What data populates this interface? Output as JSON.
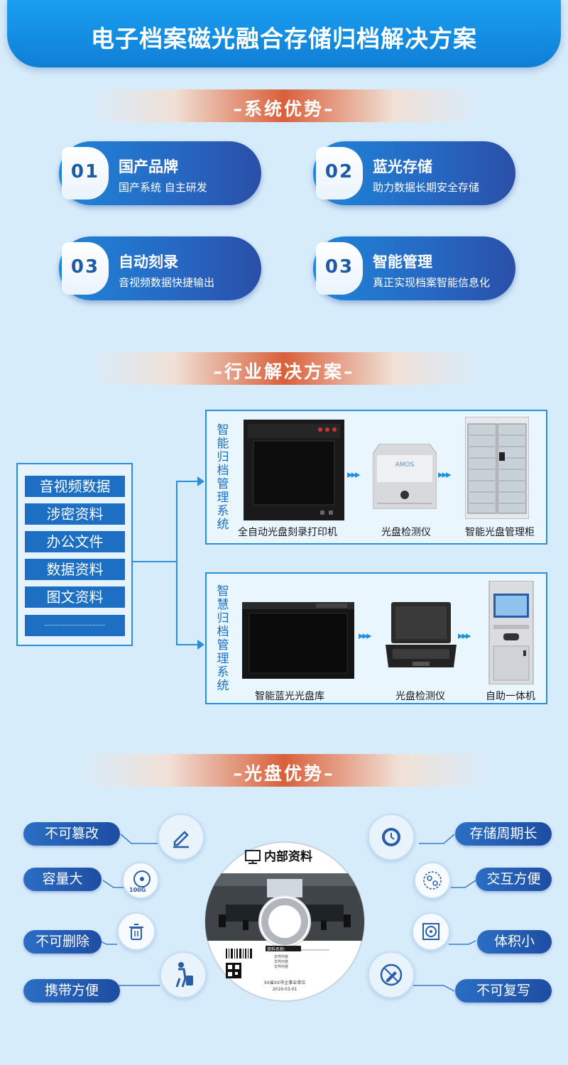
{
  "banner": {
    "title": "电子档案磁光融合存储归档解决方案"
  },
  "sections": {
    "advantages": "–系统优势–",
    "solutions": "–行业解决方案–",
    "disc": "–光盘优势–"
  },
  "advantages": [
    {
      "num": "01",
      "title": "国产品牌",
      "sub": "国产系统 自主研发"
    },
    {
      "num": "02",
      "title": "蓝光存储",
      "sub": "助力数据长期安全存储"
    },
    {
      "num": "03",
      "title": "自动刻录",
      "sub": "音视频数据快捷输出"
    },
    {
      "num": "03",
      "title": "智能管理",
      "sub": "真正实现档案智能信息化"
    }
  ],
  "data_types": [
    "音视频数据",
    "涉密资料",
    "办公文件",
    "数据资料",
    "图文资料"
  ],
  "systems": [
    {
      "label": "智能归档管理系统",
      "devices": [
        "全自动光盘刻录打印机",
        "光盘检测仪",
        "智能光盘管理柜"
      ]
    },
    {
      "label": "智慧归档管理系统",
      "devices": [
        "智能蓝光光盘库",
        "光盘检测仪",
        "自助一体机"
      ]
    }
  ],
  "disc_benefits": {
    "left": [
      "不可篡改",
      "容量大",
      "不可删除",
      "携带方便"
    ],
    "right": [
      "存储周期长",
      "交互方便",
      "体积小",
      "不可复写"
    ]
  },
  "disc_label": {
    "title": "内部资料",
    "capacity": "100G",
    "field_name": "资料名称:",
    "lines": [
      "文件内容",
      "文件内容",
      "文件内容"
    ],
    "org": "XX省XX市企事业单位",
    "date": "2019-03-01"
  },
  "colors": {
    "primary": "#1d6fc4",
    "accent": "#d9603a",
    "background": "#d7ecfb"
  }
}
